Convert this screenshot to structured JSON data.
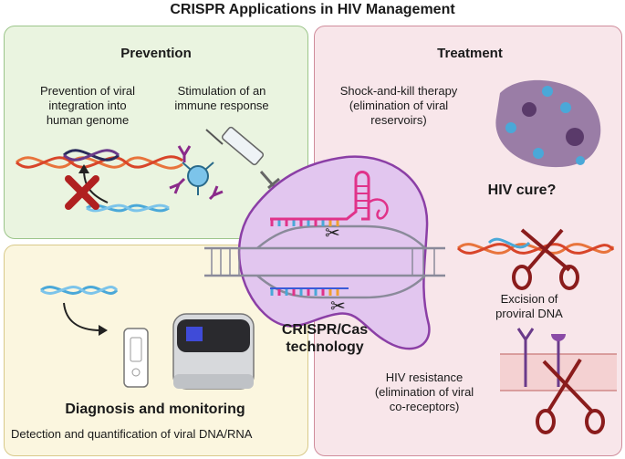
{
  "title": "CRISPR Applications in HIV Management",
  "prevention": {
    "heading": "Prevention",
    "integration": [
      "Prevention of viral",
      "integration into",
      "human genome"
    ],
    "immune": [
      "Stimulation of an",
      "immune response"
    ]
  },
  "diagnosis": {
    "heading": "Diagnosis and monitoring",
    "detection": "Detection and quantification of viral DNA/RNA"
  },
  "treatment": {
    "heading": "Treatment",
    "shock": [
      "Shock-and-kill therapy",
      "(elimination of viral",
      "reservoirs)"
    ],
    "cure": "HIV cure?",
    "excision": [
      "Excision of",
      "proviral DNA"
    ],
    "resistance": [
      "HIV resistance",
      "(elimination of viral",
      "co-receptors)"
    ]
  },
  "center": [
    "CRISPR/Cas",
    "technology"
  ],
  "colors": {
    "prevention_bg": "#eaf4e0",
    "diagnosis_bg": "#fbf6df",
    "treatment_bg": "#f8e6ea",
    "cell_fill": "#e2c6ef",
    "cell_stroke": "#8b3fa6",
    "human_dna": "#e8743c",
    "viral_dna": "#4aa8d8",
    "scissors": "#8a1c1c",
    "guide_rna": "#e0338a"
  }
}
